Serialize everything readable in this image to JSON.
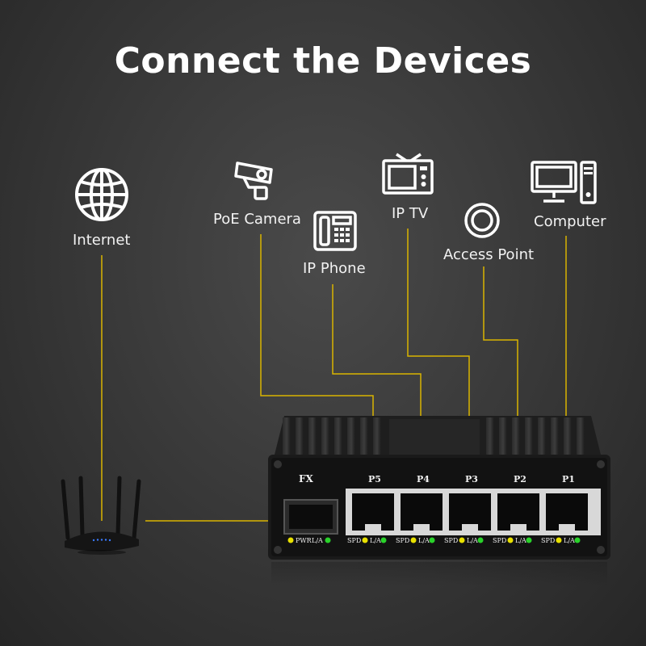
{
  "title": "Connect the Devices",
  "devices": {
    "internet": "Internet",
    "poe_camera": "PoE Camera",
    "ip_phone": "IP Phone",
    "ip_tv": "IP TV",
    "access_point": "Access Point",
    "computer": "Computer"
  },
  "switch": {
    "fx_label": "FX",
    "ports": [
      "P5",
      "P4",
      "P3",
      "P2",
      "P1"
    ],
    "fx_led_labels": [
      "PWR",
      "L/A"
    ],
    "port_led_labels": [
      "SPD",
      "L/A"
    ]
  },
  "colors": {
    "line": "#d9b400",
    "led_yellow": "#e8e000",
    "led_green": "#29d22a"
  }
}
